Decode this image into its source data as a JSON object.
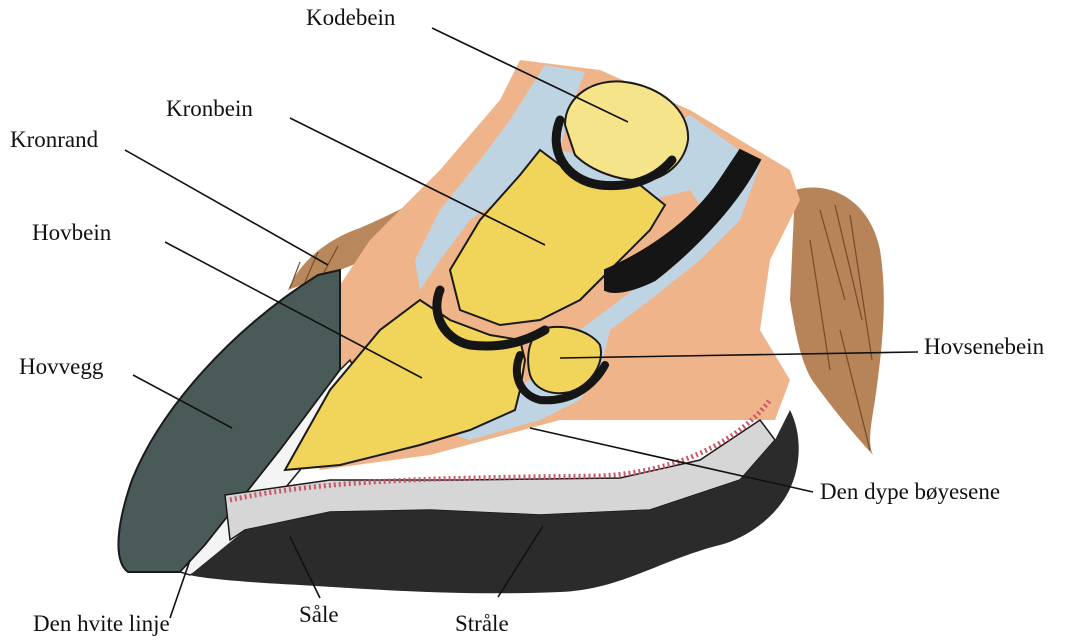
{
  "labels": {
    "kodebein": "Kodebein",
    "kronbein": "Kronbein",
    "kronrand": "Kronrand",
    "hovbein": "Hovbein",
    "hovvegg": "Hovvegg",
    "hovsenebein": "Hovsenebein",
    "den_dype_boyesene": "Den dype bøyesene",
    "den_hvite_linje": "Den hvite linje",
    "saale": "Såle",
    "straale": "Stråle"
  },
  "colors": {
    "bone": "#f1d45a",
    "bone_light": "#f6e48a",
    "tissue": "#f0b48a",
    "tissue_red": "#e07a6a",
    "tendon": "#bcd6e8",
    "hoof_wall": "#4a5a58",
    "sole": "#d6d6d6",
    "frog": "#2b2b2b",
    "hair": "#b07a4a",
    "black": "#151515"
  }
}
